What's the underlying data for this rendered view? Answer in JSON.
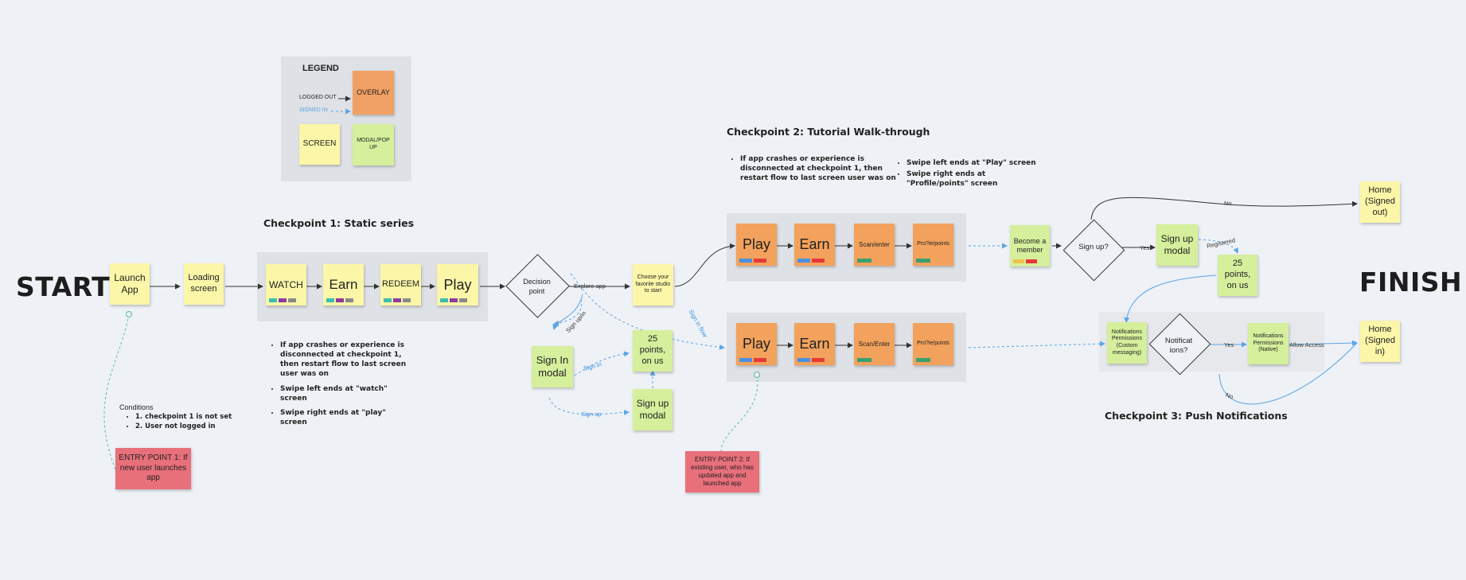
{
  "start": "START",
  "finish": "FINISH",
  "legend": {
    "title": "LEGEND",
    "logged_out": "LOGGED OUT",
    "signed_in": "SIGNED IN",
    "overlay": "OVERLAY",
    "screen": "SCREEN",
    "modal": "MODAL/POP UP"
  },
  "checkpoint1": {
    "title": "Checkpoint 1: Static series",
    "notes": [
      "If app crashes or experience is disconnected at checkpoint 1, then restart flow to last screen user was on",
      "Swipe left ends at \"watch\" screen",
      "Swipe right ends at \"play\" screen"
    ],
    "cards": [
      "WATCH",
      "Earn",
      "REDEEM",
      "Play"
    ]
  },
  "checkpoint2": {
    "title": "Checkpoint 2: Tutorial Walk-through",
    "notes_left": [
      "If app crashes or experience is disconnected at checkpoint 1, then restart flow to last screen user was on"
    ],
    "notes_right": [
      "Swipe left ends at \"Play\" screen",
      "Swipe right ends at \"Profile/points\" screen"
    ],
    "row1": [
      "Play",
      "Earn",
      "Scan/enter",
      "Pro?ie/points"
    ],
    "row2": [
      "Play",
      "Earn",
      "Scan/Enter",
      "Pro?ie/points"
    ]
  },
  "checkpoint3": {
    "title": "Checkpoint 3: Push Notifications"
  },
  "nodes": {
    "launch": "Launch App",
    "loading": "Loading screen",
    "decision": "Decision point",
    "choose": "Choose your favorite studio to start",
    "sign_in_modal": "Sign In modal",
    "points_left": "25 points, on us",
    "sign_up_modal_left": "Sign up modal",
    "become_member": "Become a member",
    "sign_up_q": "Sign up?",
    "sign_up_modal_right": "Sign up modal",
    "points_right": "25 points, on us",
    "home_out": "Home (Signed out)",
    "home_in": "Home (Signed in)",
    "notif_custom": "Notifications Permissions (Custom messaging)",
    "notif_q": "Notificat ions?",
    "notif_native": "Notifications Permissions (Native)"
  },
  "conditions": {
    "title": "Conditions",
    "items": [
      "1. checkpoint 1 is not set",
      "2. User not logged in"
    ]
  },
  "entry1": "ENTRY POINT 1: If new user launches app",
  "entry2": "ENTRY POINT 2: If existing user, who has updated app and launched app",
  "edge_labels": {
    "explore": "Explore app",
    "sign_up_in": "Sign up/in",
    "sign_in": "Sign in",
    "sign_up": "Sign up",
    "sign_in_flow": "Sign in flow",
    "yes1": "Yes",
    "registered": "Registered",
    "no1": "No",
    "yes2": "Yes",
    "allow": "Allow Access",
    "no2": "No"
  },
  "colors": {
    "screen": "#fbf6a8",
    "modal": "#d5ef9c",
    "overlay": "#f2a25c",
    "entry": "#e8707b",
    "signed_in_line": "#5aa4e6",
    "logged_out_line": "#333333"
  }
}
